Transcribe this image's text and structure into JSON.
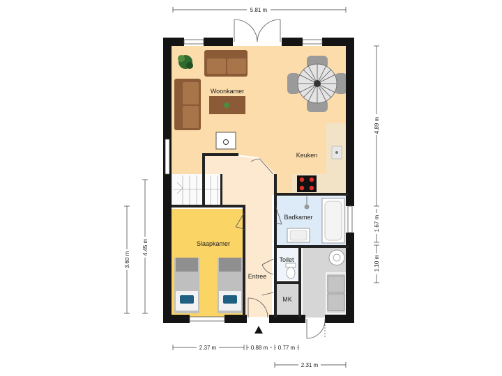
{
  "rooms": {
    "woonkamer": "Woonkamer",
    "keuken": "Keuken",
    "badkamer": "Badkamer",
    "slaapkamer": "Slaapkamer",
    "toilet": "Toilet",
    "entree": "Entree",
    "mk": "MK"
  },
  "dimensions": {
    "top_width": "5.81 m",
    "right_upper": "4.89 m",
    "right_middle": "1.67 m",
    "right_lower": "1.10 m",
    "left_outer": "3.60 m",
    "left_inner": "4.45 m",
    "bottom_left": "2.37 m",
    "bottom_mid": "0.88 m",
    "bottom_right_small": "0.77 m",
    "bottom_right": "2.31 m"
  },
  "colors": {
    "wall": "#141414",
    "living_floor": "#fcdcaa",
    "hall_floor": "#fde9cf",
    "bedroom_floor": "#fbd466",
    "bathroom_floor": "#dcebf7",
    "storage_floor": "#d6d6d6",
    "counter": "#f2e2c6"
  }
}
